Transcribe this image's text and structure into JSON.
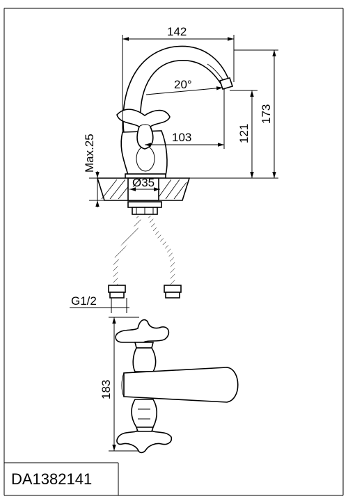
{
  "drawing": {
    "model_code": "DA1382141",
    "dimensions": {
      "spout_reach_total": "142",
      "spout_angle": "20°",
      "spout_reach": "103",
      "spout_height": "121",
      "total_height": "173",
      "max_deck_thickness": "Max.25",
      "hole_diameter": "Ø35",
      "connection_thread": "G1/2",
      "handle_span": "183"
    }
  },
  "colors": {
    "line": "#000000",
    "background": "#ffffff"
  }
}
